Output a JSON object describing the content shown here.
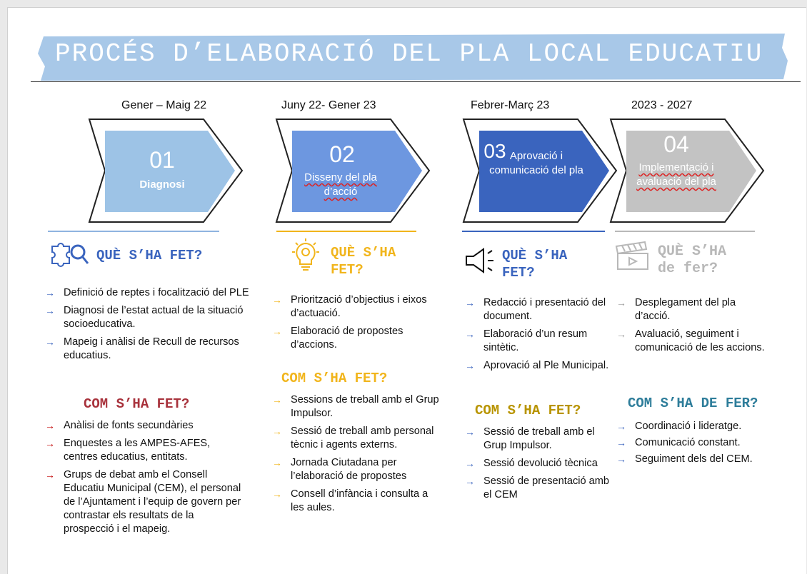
{
  "title": "PROCÉS D’ELABORACIÓ DEL PLA LOCAL EDUCATIU",
  "colors": {
    "banner": "#a8c8e8",
    "step1": "#9dc3e6",
    "step2": "#6d97e0",
    "step3": "#3a64be",
    "step4": "#c3c3c3",
    "heading1": "#3a64be",
    "heading2": "#f1b51c",
    "heading3": "#3a64be",
    "heading4": "#b8b8b8",
    "com1": "#a8323c",
    "com2": "#f1b51c",
    "com3": "#b89400",
    "com4": "#2e7d9a",
    "arrow_red": "#c00000"
  },
  "steps": [
    {
      "date": "Gener – Maig 22",
      "number": "01",
      "label": "Diagnosi"
    },
    {
      "date": "Juny 22- Gener 23",
      "number": "02",
      "label": "Disseny del pla d’acció"
    },
    {
      "date": "Febrer-Març 23",
      "number": "03",
      "label": "Aprovació i comunicació del pla"
    },
    {
      "date": "2023 - 2027",
      "number": "04",
      "label": "Implementació i avaluació del pla"
    }
  ],
  "col1": {
    "icon": "puzzle-search-icon",
    "heading": "QUÈ S’HA FET?",
    "items": [
      "Definició de reptes i focalització del PLE",
      "Diagnosi de l’estat actual de la situació socioeducativa.",
      "Mapeig i anàlisi de Recull de recursos educatius."
    ],
    "com_heading": "COM S’HA FET?",
    "com_items": [
      "Anàlisi de fonts secundàries",
      "Enquestes a les AMPES-AFES, centres educatius, entitats.",
      "Grups de debat amb el Consell Educatiu Municipal (CEM), el personal de l’Ajuntament i l’equip de govern per contrastar els resultats de la prospecció i el mapeig."
    ]
  },
  "col2": {
    "icon": "lightbulb-gear-icon",
    "heading": "QUÈ S’HA FET?",
    "items": [
      "Priorització d’objectius i eixos d’actuació.",
      "Elaboració de propostes d’accions."
    ],
    "com_heading": "COM S’HA FET?",
    "com_items": [
      "Sessions de treball amb el Grup Impulsor.",
      "Sessió de treball amb personal tècnic i agents externs.",
      "Jornada Ciutadana per l’elaboració de propostes",
      "Consell d’infància i consulta a les aules."
    ]
  },
  "col3": {
    "icon": "megaphone-icon",
    "heading": "QUÈ S’HA FET?",
    "items": [
      "Redacció i presentació del document.",
      "Elaboració d’un resum sintètic.",
      "Aprovació al Ple Municipal."
    ],
    "com_heading": "COM S’HA FET?",
    "com_items": [
      "Sessió de treball amb el Grup Impulsor.",
      "Sessió devolució tècnica",
      "Sessió de presentació amb el CEM"
    ]
  },
  "col4": {
    "icon": "clapperboard-icon",
    "heading": "QUÈ S’HA de fer?",
    "items": [
      "Desplegament del pla d’acció.",
      "Avaluació, seguiment i comunicació de les accions."
    ],
    "com_heading": "COM S’HA DE FER?",
    "com_items": [
      "Coordinació i lideratge.",
      "Comunicació constant.",
      "Seguiment dels del CEM."
    ]
  },
  "arrow_glyph": "→"
}
